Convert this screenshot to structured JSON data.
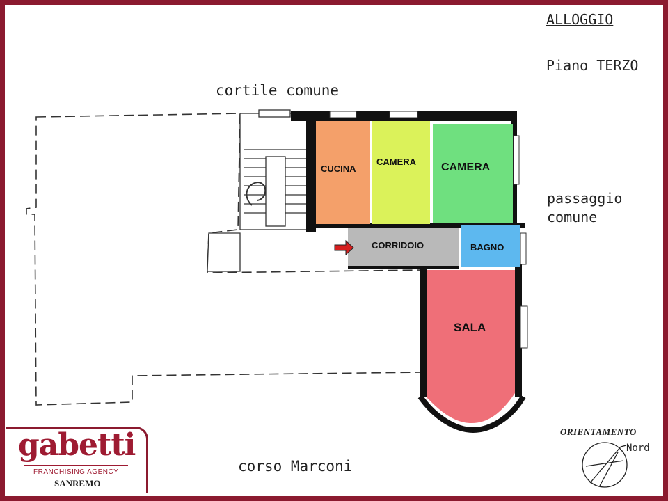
{
  "header": {
    "title": "ALLOGGIO",
    "floor": "Piano TERZO"
  },
  "labels": {
    "courtyard": "cortile comune",
    "passage_line1": "passaggio",
    "passage_line2": "comune",
    "street": "corso Marconi"
  },
  "rooms": {
    "kitchen": "CUCINA",
    "bedroom_1": "CAMERA",
    "bedroom_2": "CAMERA",
    "corridor": "CORRIDOIO",
    "bathroom": "BAGNO",
    "living": "SALA"
  },
  "room_colors": {
    "kitchen": "#f4a06a",
    "bedroom_1": "#dbf25a",
    "bedroom_2": "#6fe07f",
    "corridor": "#b9b9b9",
    "bathroom": "#5db8ef",
    "living": "#ef6f78"
  },
  "orientation": {
    "title": "ORIENTAMENTO",
    "north_label": "Nord"
  },
  "logo": {
    "name": "gabetti",
    "subtitle": "FRANCHISING AGENCY",
    "city": "SANREMO"
  },
  "colors": {
    "frame": "#8b1a2f",
    "brand": "#9e1b32",
    "entrance_arrow": "#d61f1f"
  }
}
